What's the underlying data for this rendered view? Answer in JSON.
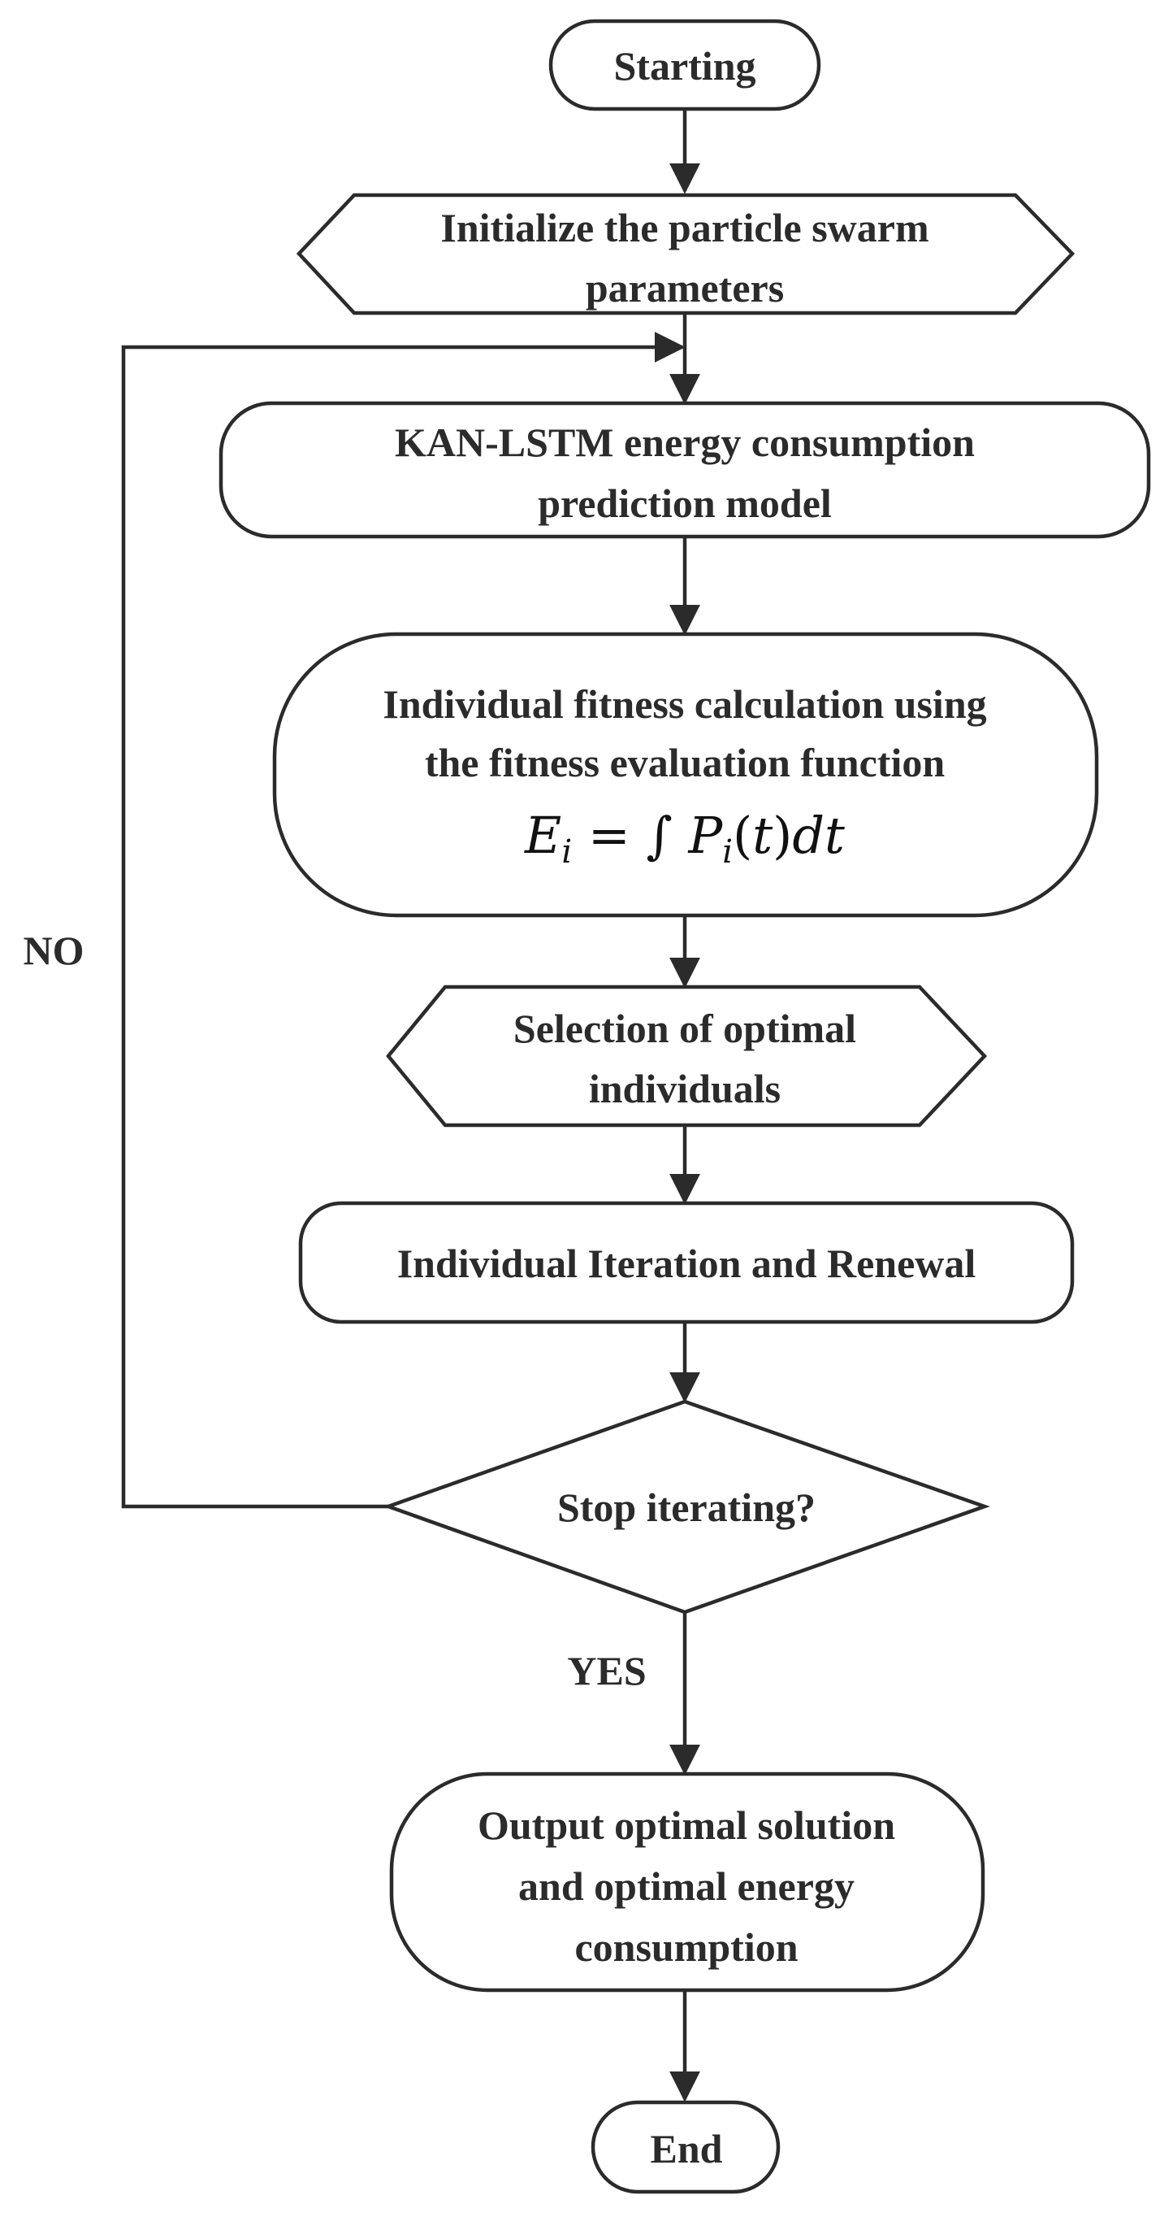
{
  "nodes": {
    "start": {
      "label": "Starting"
    },
    "init": {
      "lines": [
        "Initialize the particle swarm",
        "parameters"
      ]
    },
    "model": {
      "lines": [
        "KAN-LSTM energy consumption",
        "prediction model"
      ]
    },
    "fitness": {
      "lines": [
        "Individual fitness calculation using",
        "the fitness evaluation function"
      ],
      "formula": "E_i = ∫ P_i(t) dt"
    },
    "select": {
      "lines": [
        "Selection of optimal",
        "individuals"
      ]
    },
    "iterate": {
      "label": "Individual Iteration and Renewal"
    },
    "decision": {
      "label": "Stop iterating?"
    },
    "output": {
      "lines": [
        "Output optimal solution",
        "and optimal energy",
        "consumption"
      ]
    },
    "end": {
      "label": "End"
    }
  },
  "edge_labels": {
    "no": "NO",
    "yes": "YES"
  },
  "colors": {
    "stroke": "#2b2b2b",
    "background": "#ffffff"
  }
}
